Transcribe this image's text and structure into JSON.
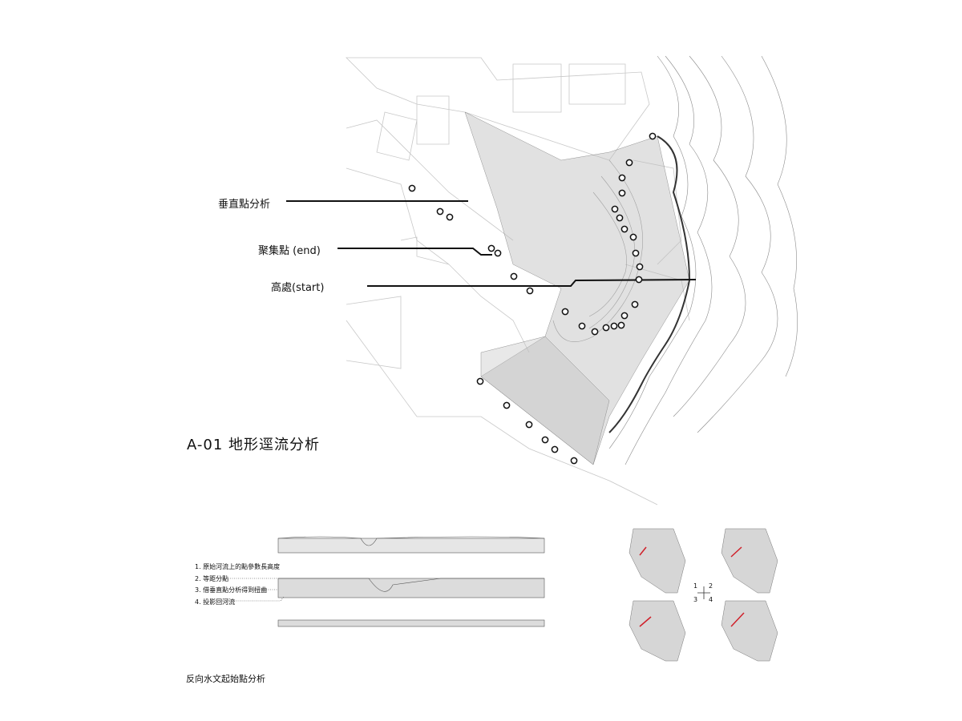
{
  "map": {
    "title": "A-01 地形逕流分析",
    "labels": {
      "vertical_point": "垂直點分析",
      "gather_point": "聚集點 (end)",
      "high_point": "高處(start)"
    }
  },
  "process": {
    "steps": [
      "1. 原始河流上的點參數長高度",
      "2. 等距分點",
      "3. 借垂直點分析得到扭曲",
      "4. 投影回河流"
    ],
    "caption": "反向水文起始點分析"
  },
  "quadrants": {
    "numbers": [
      "1",
      "2",
      "3",
      "4"
    ]
  },
  "colors": {
    "line": "#111111",
    "contour": "#9a9a9a",
    "highlight": "#d0202a"
  }
}
